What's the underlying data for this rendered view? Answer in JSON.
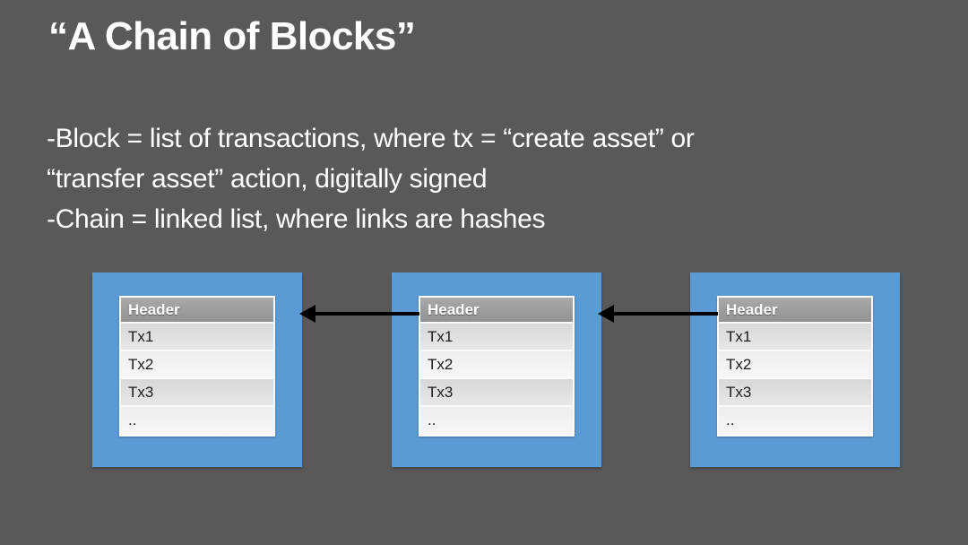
{
  "slide": {
    "title": "“A Chain of Blocks”",
    "body_lines": [
      "-Block = list of transactions, where tx = “create asset” or",
      "“transfer asset” action, digitally signed",
      "-Chain = linked list, where links are hashes"
    ]
  },
  "diagram": {
    "blocks": [
      {
        "id": "block-1",
        "header": "Header",
        "rows": [
          "Tx1",
          "Tx2",
          "Tx3",
          ".."
        ]
      },
      {
        "id": "block-2",
        "header": "Header",
        "rows": [
          "Tx1",
          "Tx2",
          "Tx3",
          ".."
        ]
      },
      {
        "id": "block-3",
        "header": "Header",
        "rows": [
          "Tx1",
          "Tx2",
          "Tx3",
          ".."
        ]
      }
    ],
    "arrows": [
      {
        "from": "block-2-header",
        "to": "block-1",
        "direction": "left",
        "meaning": "hash link"
      },
      {
        "from": "block-3-header",
        "to": "block-2",
        "direction": "left",
        "meaning": "hash link"
      }
    ],
    "colors": {
      "slide_background": "#595959",
      "block_fill": "#5B9BD5",
      "table_header_bg": "#9D9D9D",
      "row_odd_bg": "#DFDFDF",
      "row_even_bg": "#F0F0F0",
      "arrow": "#000000",
      "title_text": "#FFFFFF",
      "row_text": "#1C1C1C"
    }
  }
}
